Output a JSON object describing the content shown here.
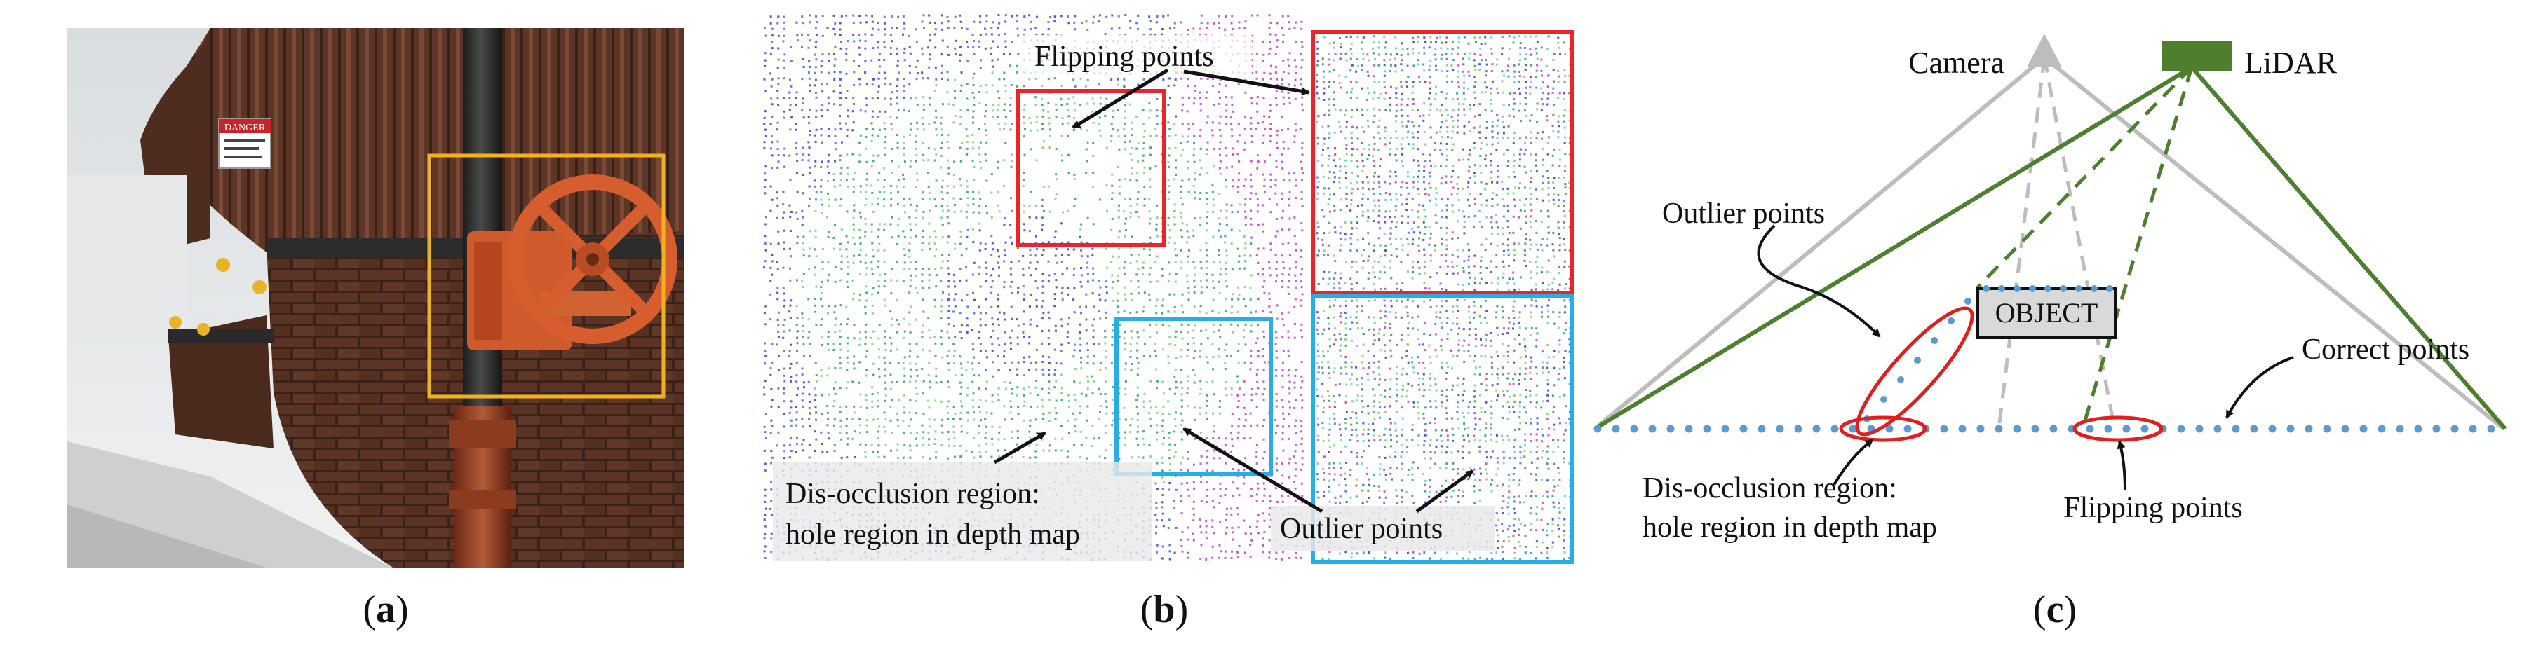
{
  "figure": {
    "panel_a": {
      "caption_letter": "a",
      "sign_text": "DANGER"
    },
    "panel_b": {
      "caption_letter": "b",
      "labels": {
        "flipping_points": "Flipping points",
        "disocclusion_line1": "Dis-occlusion region:",
        "disocclusion_line2": "hole region in depth map",
        "outlier_points": "Outlier points"
      }
    },
    "panel_c": {
      "caption_letter": "c",
      "labels": {
        "camera": "Camera",
        "lidar": "LiDAR",
        "object": "OBJECT",
        "outlier_points": "Outlier points",
        "correct_points": "Correct points",
        "disocclusion_line1": "Dis-occlusion region:",
        "disocclusion_line2": "hole region in depth map",
        "flipping_points": "Flipping points"
      },
      "colors": {
        "camera": "#bdbdbd",
        "lidar": "#4d7f2e",
        "points": "#5b9bd5",
        "highlight": "#e0201e"
      }
    },
    "colors": {
      "yellow_box": "#f0b21e",
      "red_box": "#e8262a",
      "blue_box": "#26aee6",
      "arrow": "#111111"
    }
  }
}
